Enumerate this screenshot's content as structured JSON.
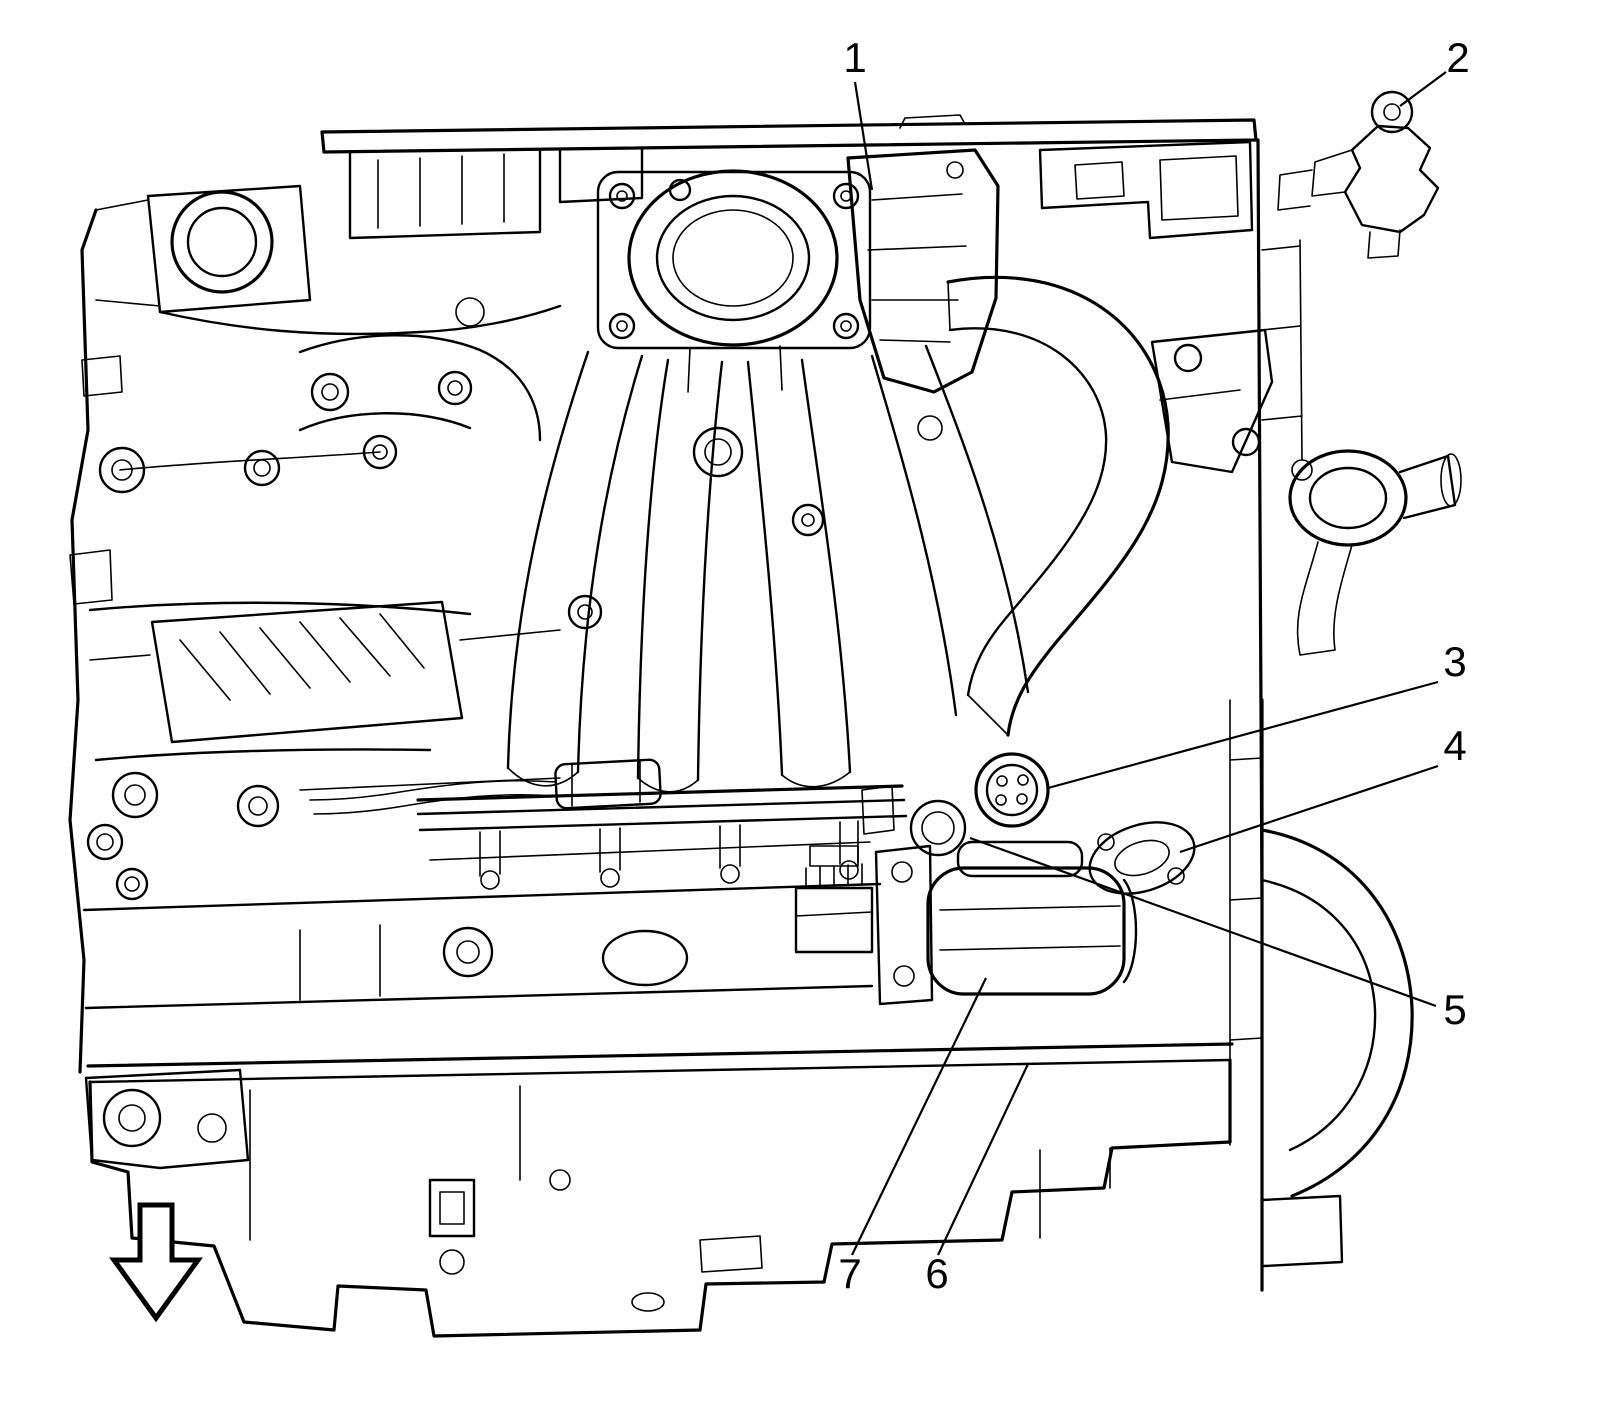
{
  "diagram": {
    "background": "#ffffff",
    "line_color": "#000000",
    "callouts": [
      {
        "label": "1"
      },
      {
        "label": "2"
      },
      {
        "label": "3"
      },
      {
        "label": "4"
      },
      {
        "label": "5"
      },
      {
        "label": "6"
      },
      {
        "label": "7"
      }
    ],
    "icons": {
      "direction_arrow": "down-arrow"
    }
  }
}
